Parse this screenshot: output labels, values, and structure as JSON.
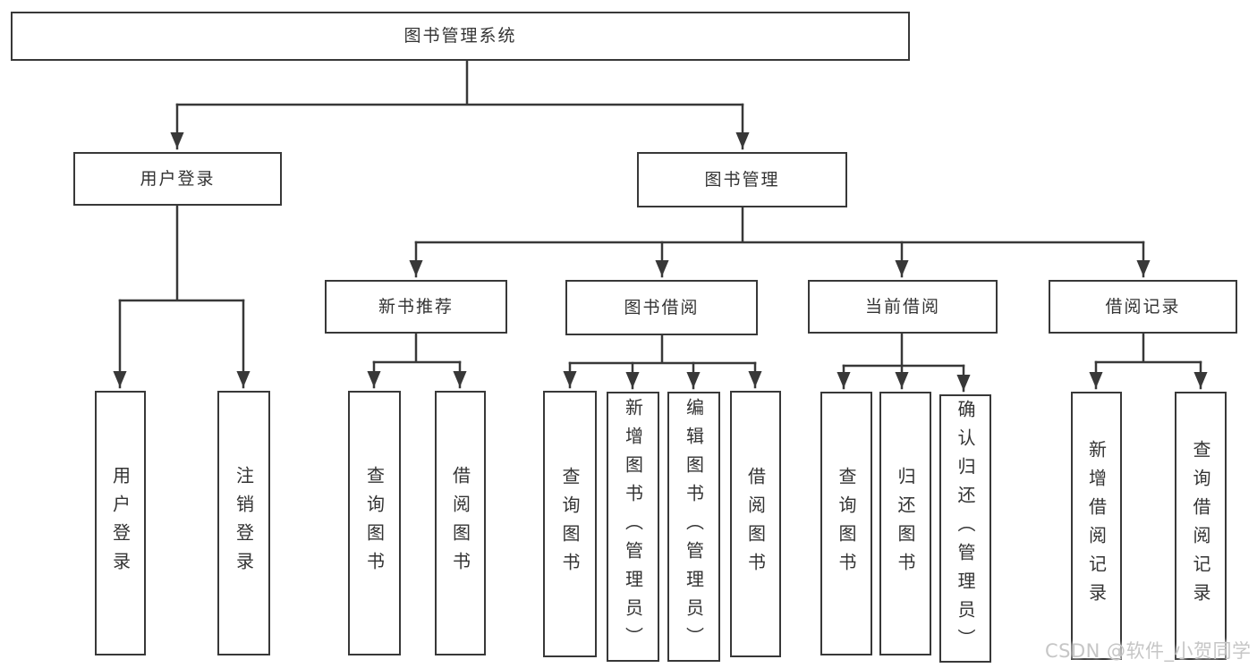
{
  "tree": {
    "root": "图书管理系统",
    "branches": {
      "user_login": "用户登录",
      "book_management": "图书管理"
    },
    "modules": {
      "new_book_recommend": "新书推荐",
      "book_borrow": "图书借阅",
      "current_borrow": "当前借阅",
      "borrow_records": "借阅记录"
    },
    "leaves": {
      "user_login": [
        "用户登录",
        "注销登录"
      ],
      "new_book_recommend": [
        "查询图书",
        "借阅图书"
      ],
      "book_borrow": [
        "查询图书",
        "新增图书（管理员）",
        "编辑图书（管理员）",
        "借阅图书"
      ],
      "current_borrow": [
        "查询图书",
        "归还图书",
        "确认归还（管理员）"
      ],
      "borrow_records": [
        "新增借阅记录",
        "查询借阅记录"
      ]
    }
  },
  "watermark": "CSDN @软件_小贺同学",
  "colors": {
    "line": "#383838",
    "box_border": "#383838",
    "text": "#333333",
    "background": "#ffffff",
    "watermark": "#c6c6c6"
  }
}
